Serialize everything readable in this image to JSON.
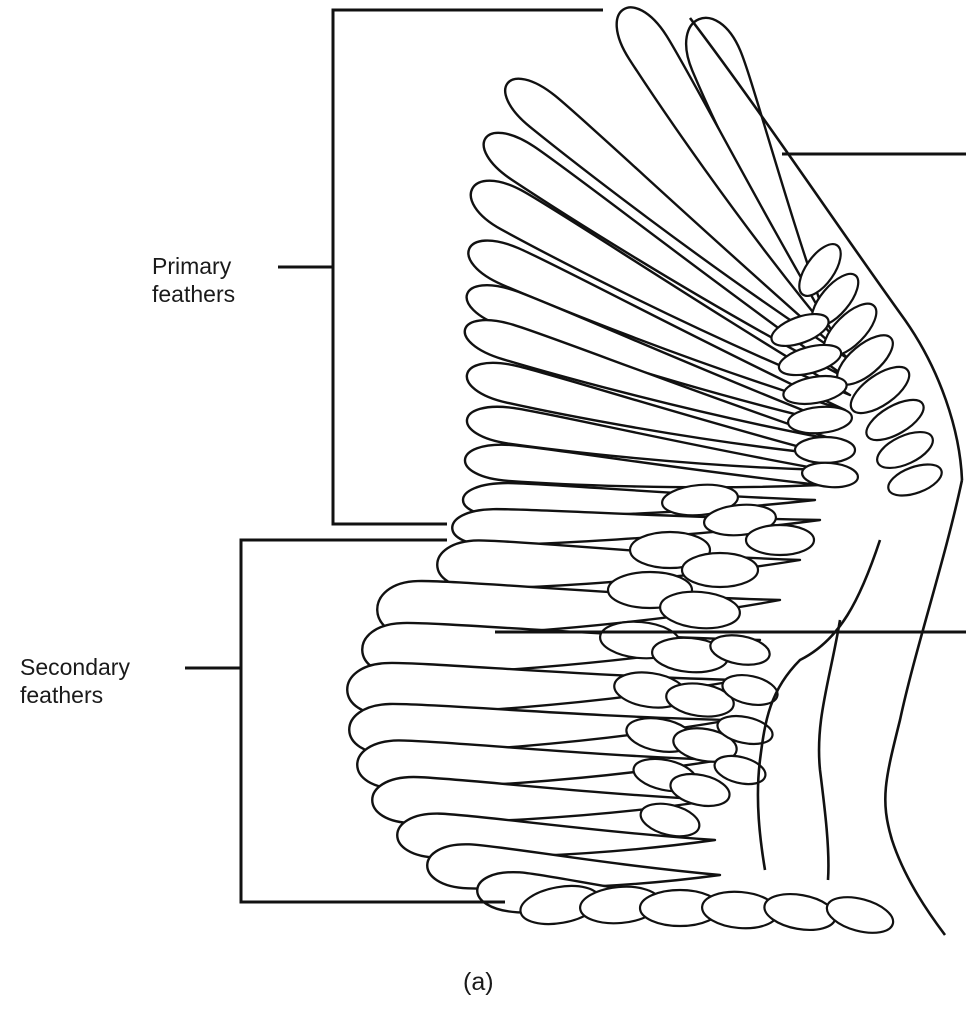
{
  "labels": {
    "primary": {
      "line1": "Primary",
      "line2": "feathers"
    },
    "secondary": {
      "line1": "Secondary",
      "line2": "feathers"
    },
    "caption": "(a)"
  },
  "colors": {
    "stroke": "#111111",
    "fill": "#ffffff",
    "text": "#1a1a1a"
  }
}
